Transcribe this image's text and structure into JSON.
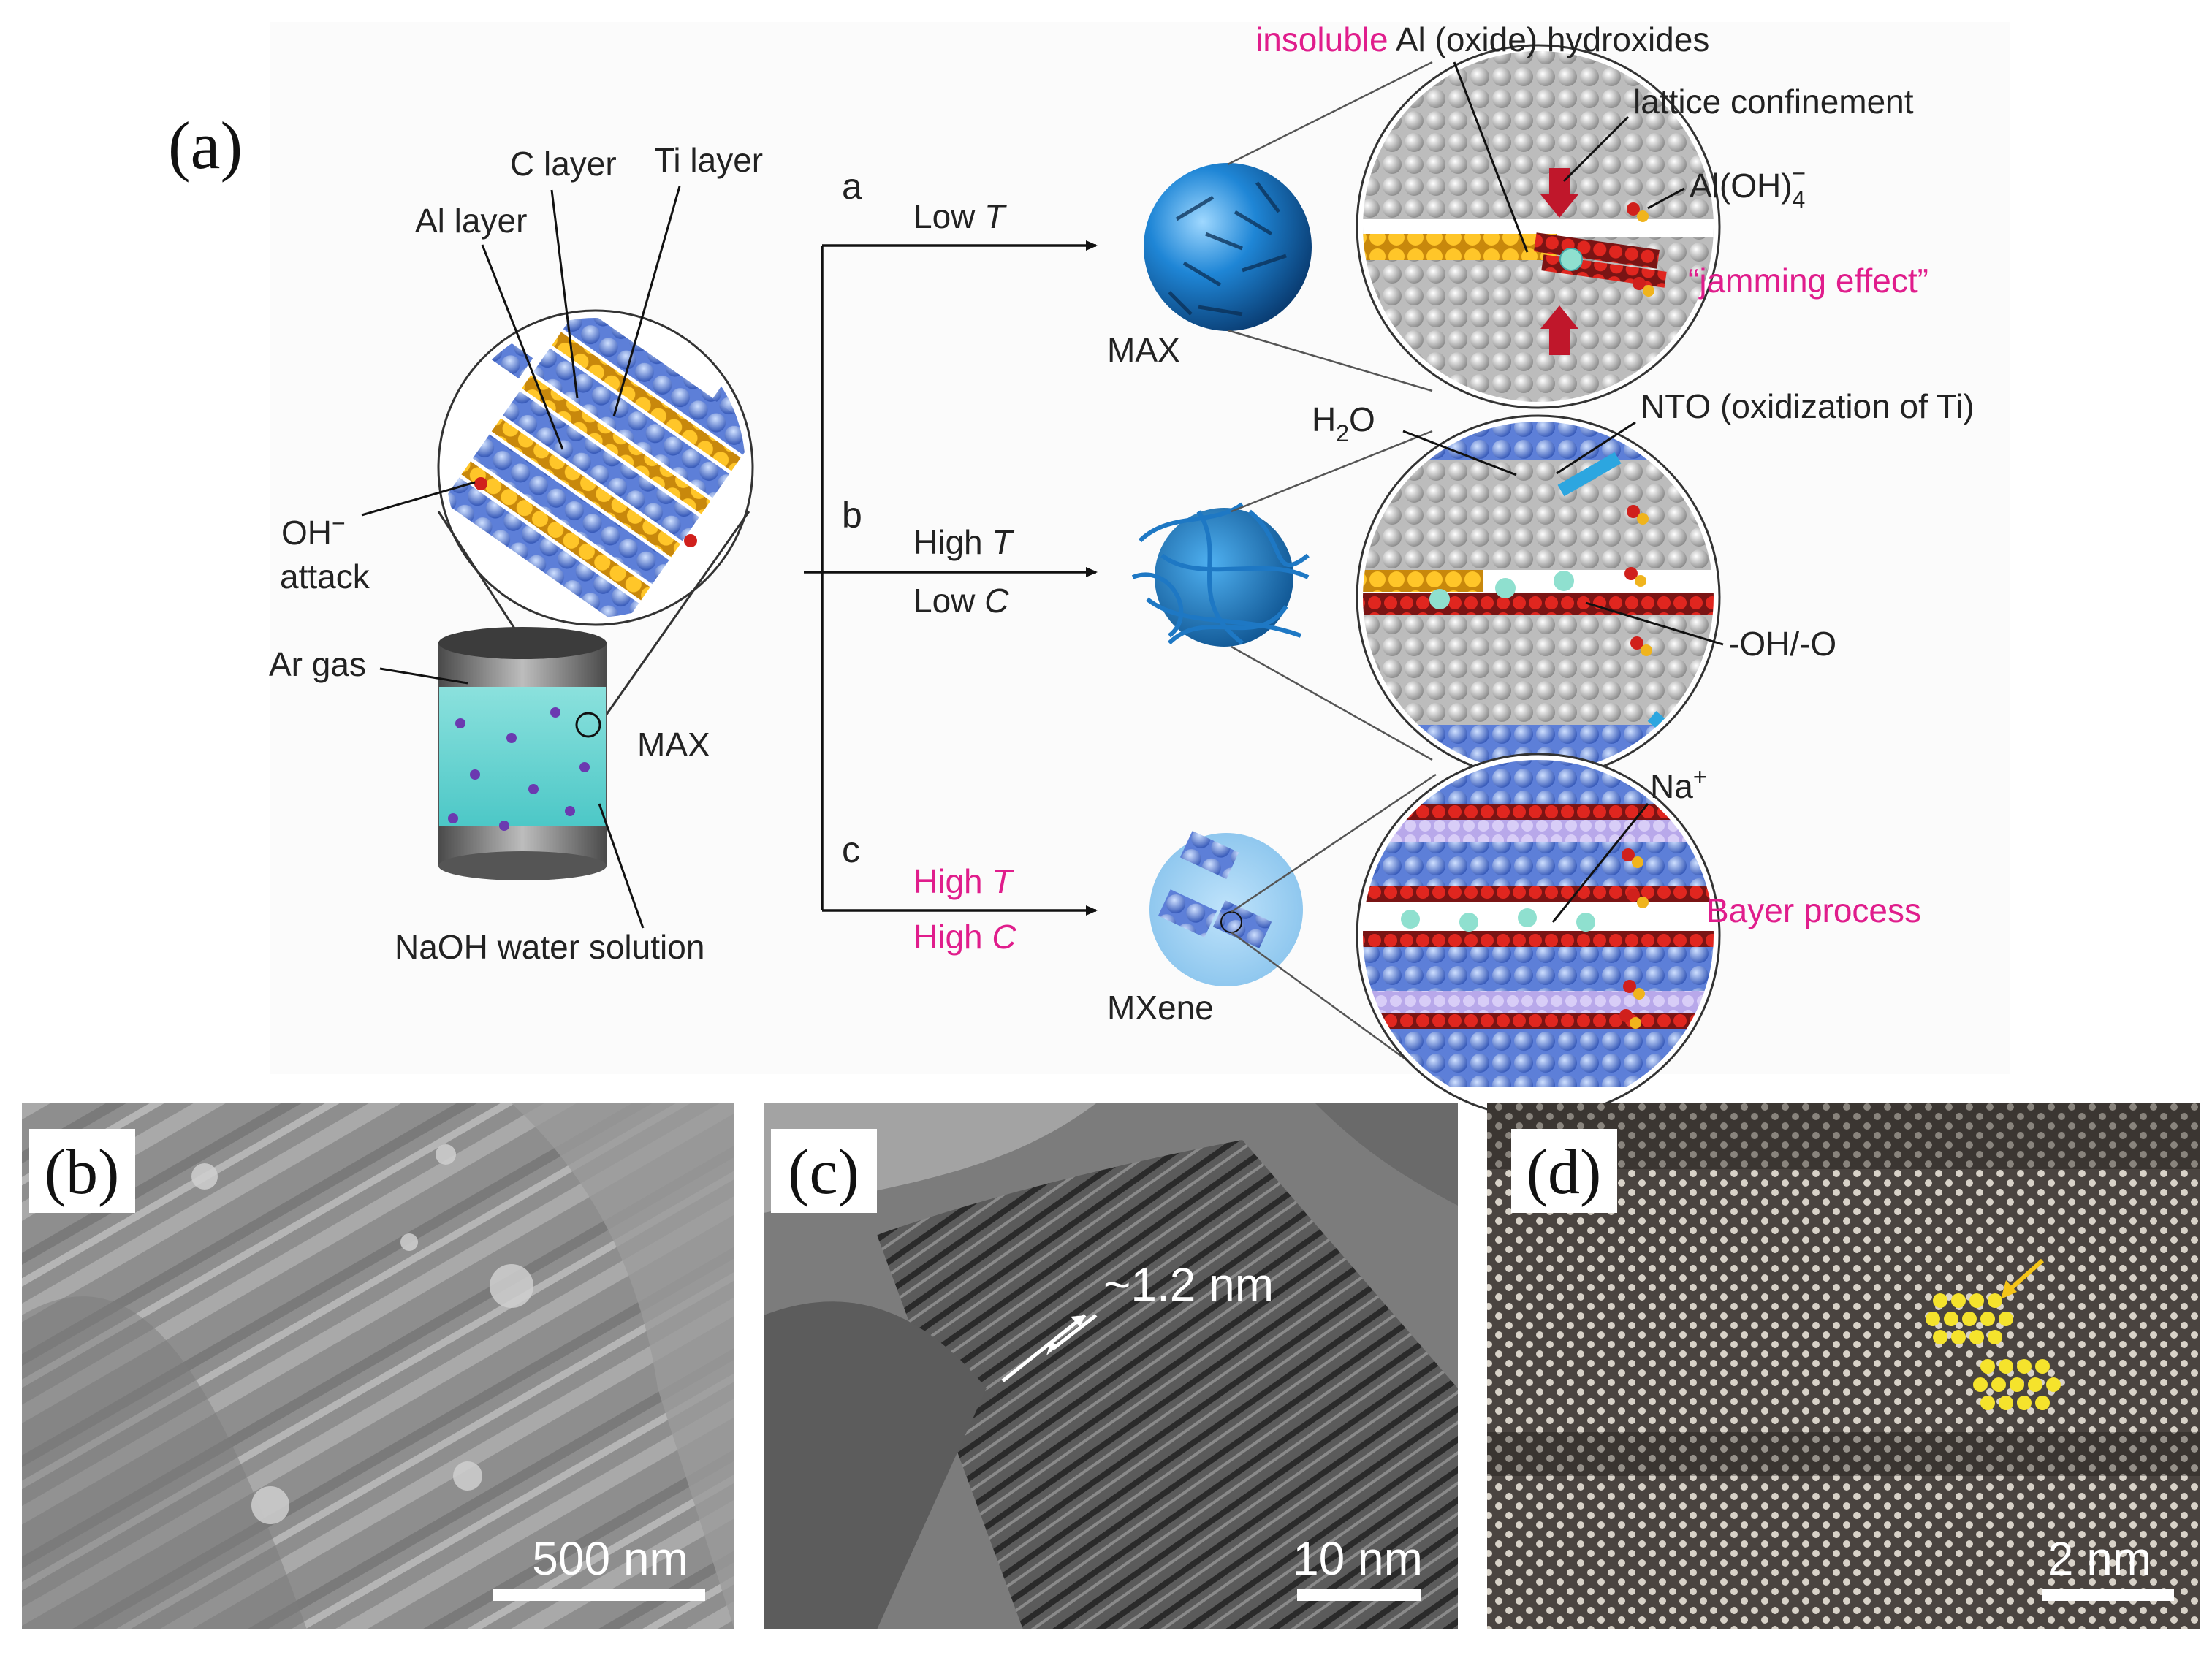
{
  "panel_a": {
    "label": "(a)",
    "left": {
      "c_layer": "C layer",
      "ti_layer": "Ti layer",
      "al_layer": "Al layer",
      "oh_attack_line1": "OH",
      "oh_attack_sup": "−",
      "oh_attack_line2": "attack",
      "ar_gas": "Ar gas",
      "max": "MAX",
      "naoh": "NaOH water solution"
    },
    "route_a": {
      "letter": "a",
      "cond1": "Low ",
      "cond1_var": "T",
      "particle": "MAX",
      "insoluble": "insoluble",
      "hydroxides": " Al (oxide) hydroxides",
      "lattice": "lattice confinement",
      "aloh": "Al(OH)",
      "aloh_sub": "4",
      "aloh_sup": "−",
      "jamming": "“jamming effect”"
    },
    "route_b": {
      "letter": "b",
      "cond1": "High ",
      "cond1_var": "T",
      "cond2": "Low ",
      "cond2_var": "C",
      "h2o_h": "H",
      "h2o_sub": "2",
      "h2o_o": "O",
      "nto": "NTO (oxidization of Ti)",
      "ohgroup": "-OH/-O"
    },
    "route_c": {
      "letter": "c",
      "cond1": "High ",
      "cond1_var": "T",
      "cond2": "High ",
      "cond2_var": "C",
      "particle": "MXene",
      "na": "Na",
      "na_sup": "+",
      "bayer": "Bayer process"
    }
  },
  "panel_b": {
    "label": "(b)",
    "scale": "500 nm"
  },
  "panel_c": {
    "label": "(c)",
    "scale": "10 nm",
    "spacing": "~1.2 nm"
  },
  "panel_d": {
    "label": "(d)",
    "scale": "2 nm"
  },
  "colors": {
    "accent_pink": "#e01d8c",
    "arrow_red": "#c0172b",
    "ti_blue": "#3d6fd1",
    "al_yellow": "#f0b41d",
    "carbon_gray": "#9a9a9a",
    "oxygen_red": "#d0201c",
    "solution_teal": "#5fd0cc"
  }
}
